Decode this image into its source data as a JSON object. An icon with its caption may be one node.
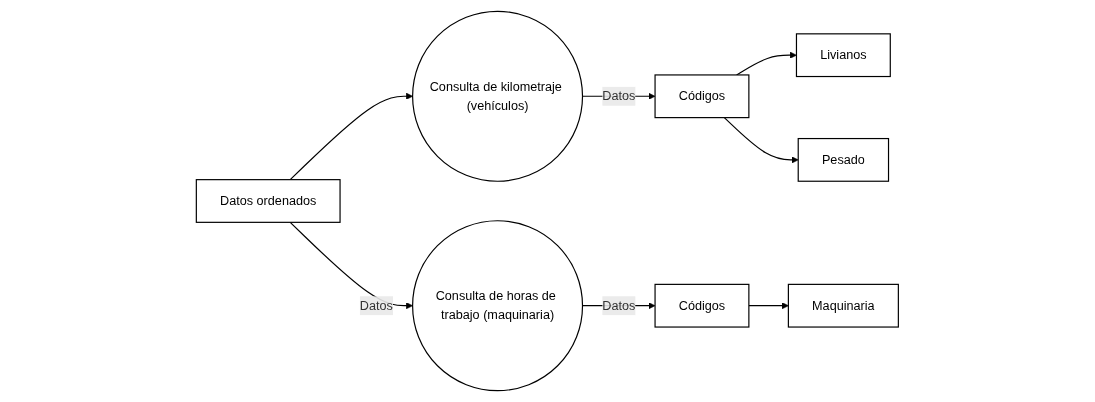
{
  "diagram": {
    "nodes": [
      {
        "text": [
          "Datos ordenados"
        ]
      },
      {
        "text": [
          "Consulta de kilometraje (vehículos)"
        ]
      },
      {
        "text": [
          "Códigos"
        ]
      },
      {
        "text": [
          "Livianos"
        ]
      },
      {
        "text": [
          "Pesado"
        ]
      },
      {
        "text": [
          "Consulta de horas de trabajo (maquinaria)"
        ]
      },
      {
        "text": [
          "Códigos"
        ]
      },
      {
        "text": [
          "Maquinaria"
        ]
      }
    ],
    "edges": [
      {
        "from": 0,
        "to": 1,
        "arrow": "to"
      },
      {
        "from": 1,
        "to": 2,
        "arrow": "to",
        "label": "Datos"
      },
      {
        "from": 2,
        "to": 3,
        "arrow": "to"
      },
      {
        "from": 2,
        "to": 4,
        "arrow": "to"
      },
      {
        "from": 0,
        "to": 5,
        "arrow": "to",
        "label": "Datos"
      },
      {
        "from": 5,
        "to": 6,
        "arrow": "to",
        "label": "Datos"
      },
      {
        "from": 6,
        "to": 7,
        "arrow": "to"
      }
    ]
  }
}
